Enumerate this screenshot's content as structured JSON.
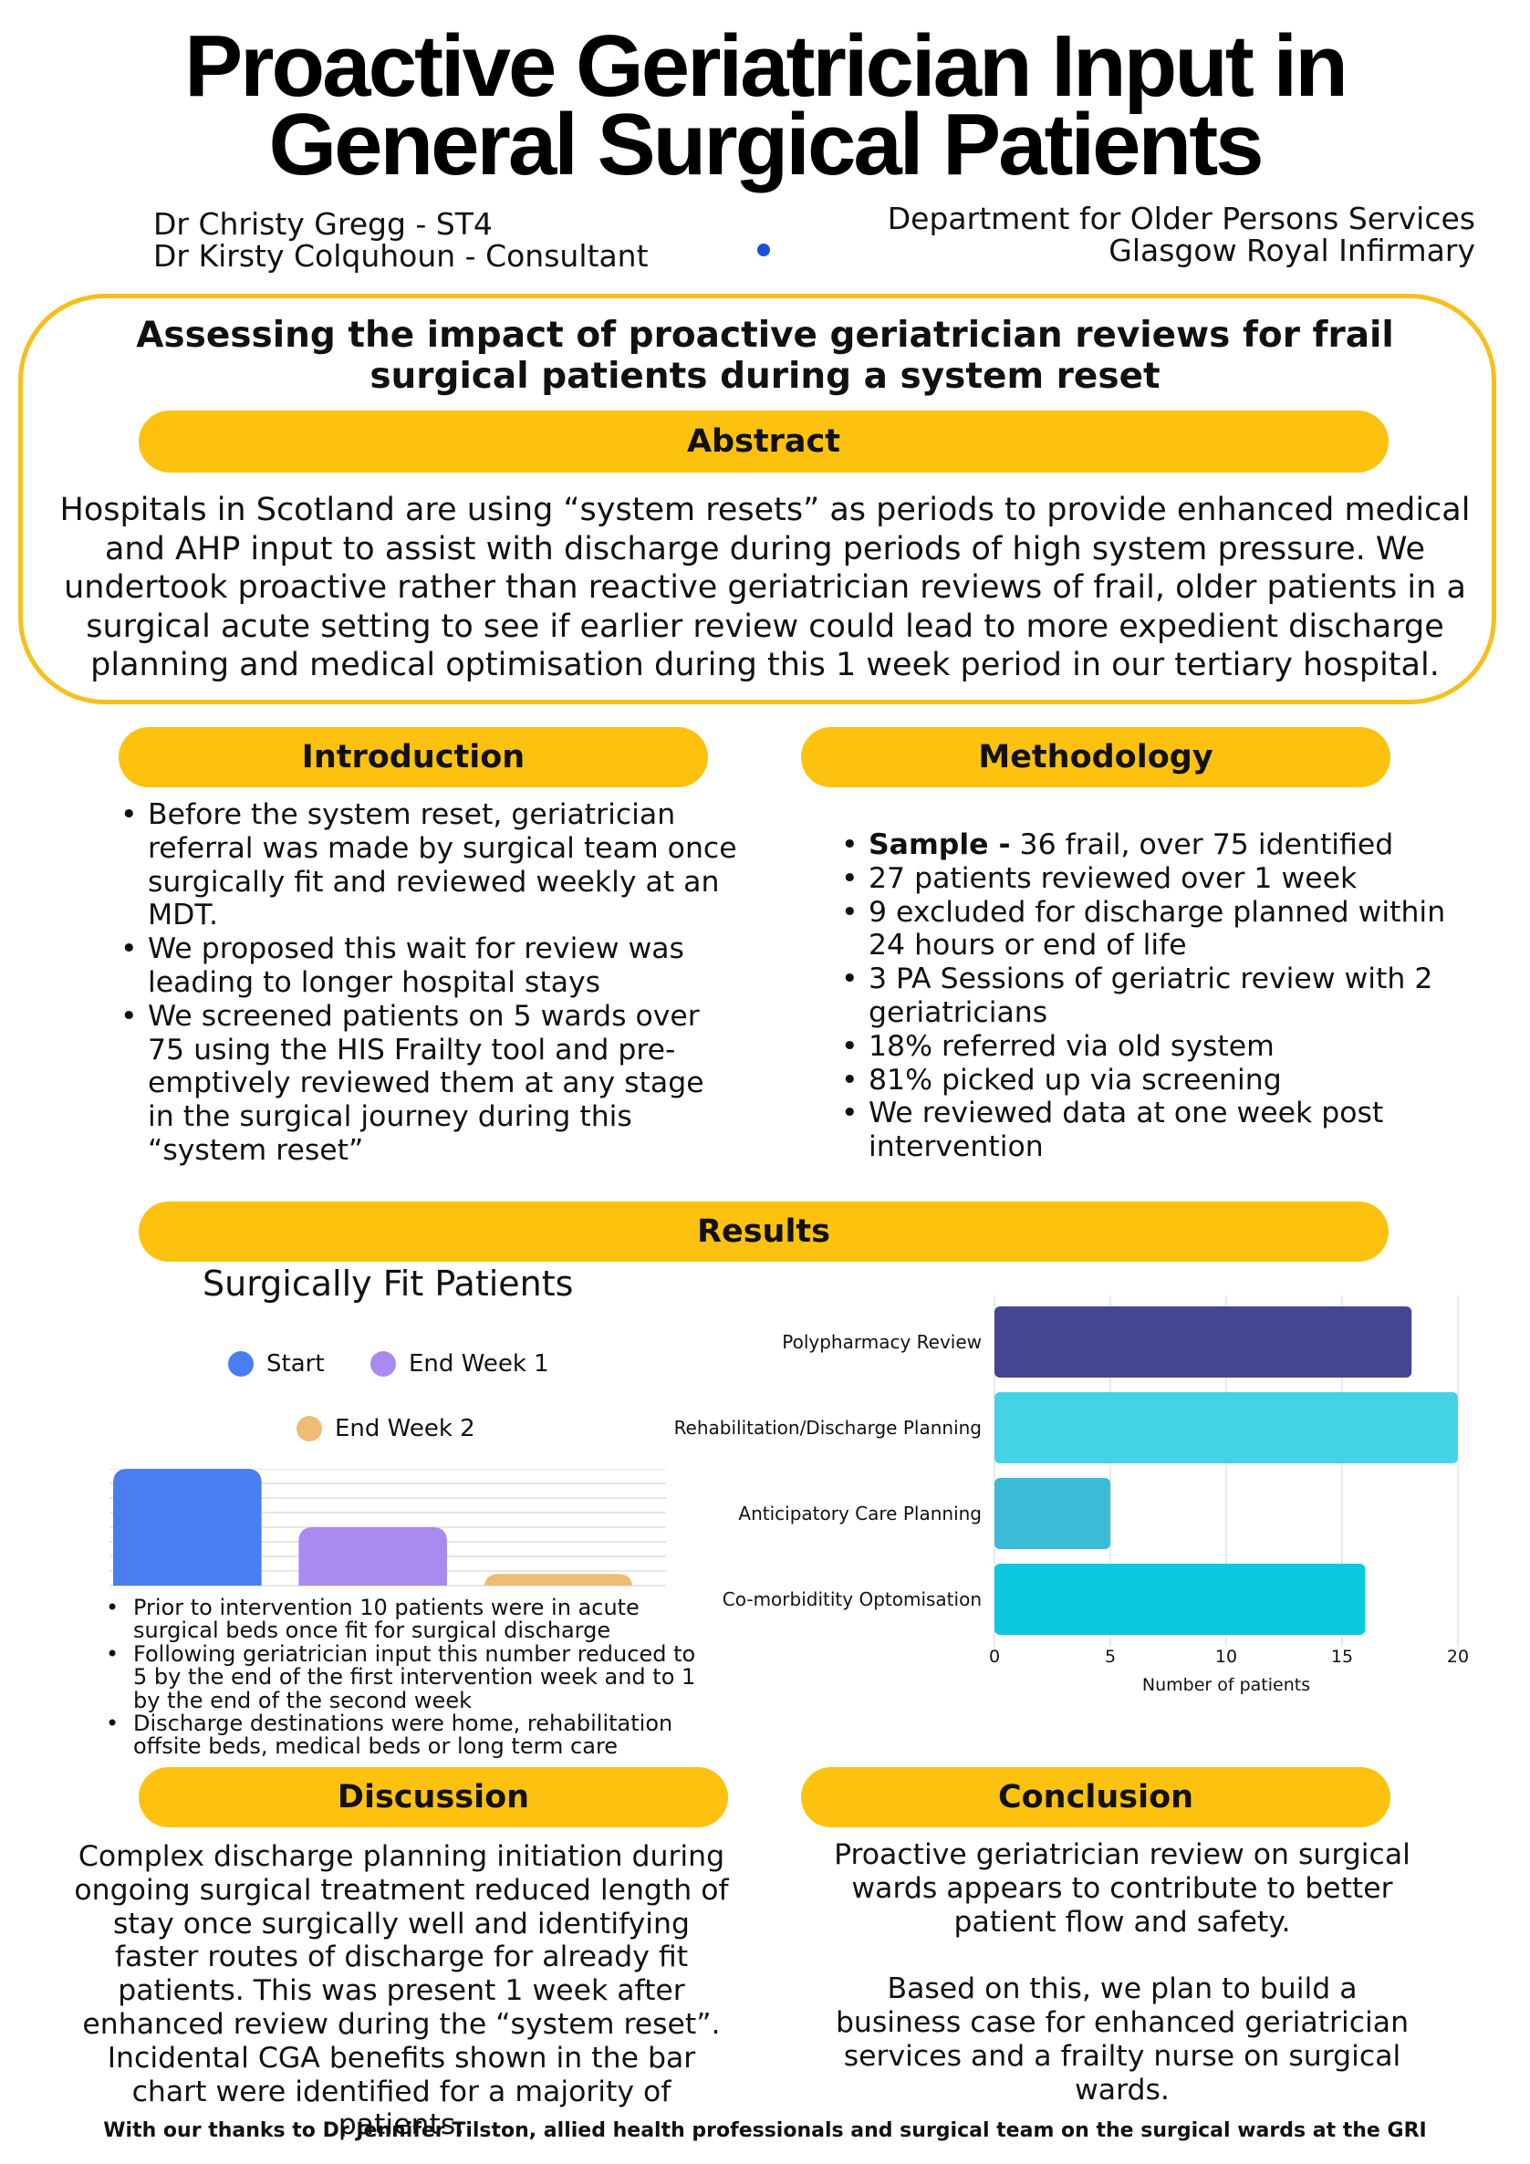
{
  "title": {
    "line1": "Proactive Geriatrician Input in",
    "line2": "General Surgical Patients"
  },
  "authors": [
    "Dr Christy Gregg - ST4",
    "Dr Kirsty Colquhoun - Consultant"
  ],
  "department": [
    "Department for Older Persons Services",
    "Glasgow Royal Infirmary"
  ],
  "subtitle": "Assessing the impact of proactive geriatrician reviews for frail surgical patients during a system reset",
  "abstract": {
    "heading": "Abstract",
    "text": "Hospitals in Scotland are using “system resets” as periods to provide enhanced medical and AHP input to assist with discharge during periods of high system pressure. We undertook proactive rather than reactive geriatrician reviews of frail, older patients in a surgical acute setting to see if earlier review could lead to more expedient discharge planning and medical optimisation during this 1 week period in our tertiary hospital."
  },
  "introduction": {
    "heading": "Introduction",
    "items": [
      "Before the system reset, geriatrician referral was made by surgical team once surgically fit and reviewed weekly at an MDT.",
      "We proposed this wait for review was leading to longer hospital stays",
      "We screened patients on 5 wards over 75 using the HIS Frailty tool and pre-emptively reviewed them at any stage in the surgical journey during this “system reset”"
    ]
  },
  "methodology": {
    "heading": "Methodology",
    "sample_label": "Sample -",
    "sample_text": " 36 frail, over 75 identified",
    "items": [
      "27 patients reviewed over 1 week",
      "9 excluded for discharge planned within 24 hours or end of life",
      "3 PA Sessions of geriatric review with 2 geriatricians",
      "18% referred via old system",
      "81% picked up via screening",
      "We reviewed data at one week post intervention"
    ]
  },
  "results": {
    "heading": "Results",
    "bullets": [
      "Prior to intervention 10 patients were in acute surgical beds once fit for surgical discharge",
      "Following geriatrician input this number reduced to 5 by the end of the first intervention week and to 1 by the end of the second week",
      "Discharge destinations were home, rehabilitation offsite beds, medical beds or long term care"
    ]
  },
  "chart_data": [
    {
      "type": "bar",
      "title": "Surgically Fit Patients",
      "categories": [
        "Start",
        "End Week 1",
        "End Week 2"
      ],
      "values": [
        10,
        5,
        1
      ],
      "colors": [
        "#4a7ef0",
        "#a98af0",
        "#eebc74"
      ],
      "ylim": [
        0,
        10
      ],
      "legend": "top",
      "grid": true
    },
    {
      "type": "bar",
      "orientation": "horizontal",
      "categories": [
        "Polypharmacy Review",
        "Rehabilitation/Discharge Planning",
        "Anticipatory Care Planning",
        "Co-morbiditity Optomisation"
      ],
      "values": [
        18,
        20,
        5,
        16
      ],
      "colors": [
        "#434790",
        "#44d3e6",
        "#3bbbd8",
        "#0bc8dc"
      ],
      "xlabel": "Number of patients",
      "xlim": [
        0,
        20
      ],
      "ticks": [
        "0",
        "5",
        "10",
        "15",
        "20"
      ],
      "grid": true
    }
  ],
  "discussion": {
    "heading": "Discussion",
    "text": "Complex discharge planning initiation during ongoing surgical treatment reduced length of stay once surgically well and identifying faster routes of discharge for already fit patients. This was present 1 week after enhanced review during the “system reset”. Incidental CGA benefits shown in the bar chart were identified for a majority of patients."
  },
  "conclusion": {
    "heading": "Conclusion",
    "para1": "Proactive geriatrician review on surgical wards appears to contribute to better patient flow and safety.",
    "para2": "Based on this, we plan to build a business case for enhanced geriatrician services and a frailty nurse on surgical wards."
  },
  "thanks": "With our thanks to Dr Jennifer Tilston, allied health professionals and surgical team on the surgical wards at the GRI"
}
